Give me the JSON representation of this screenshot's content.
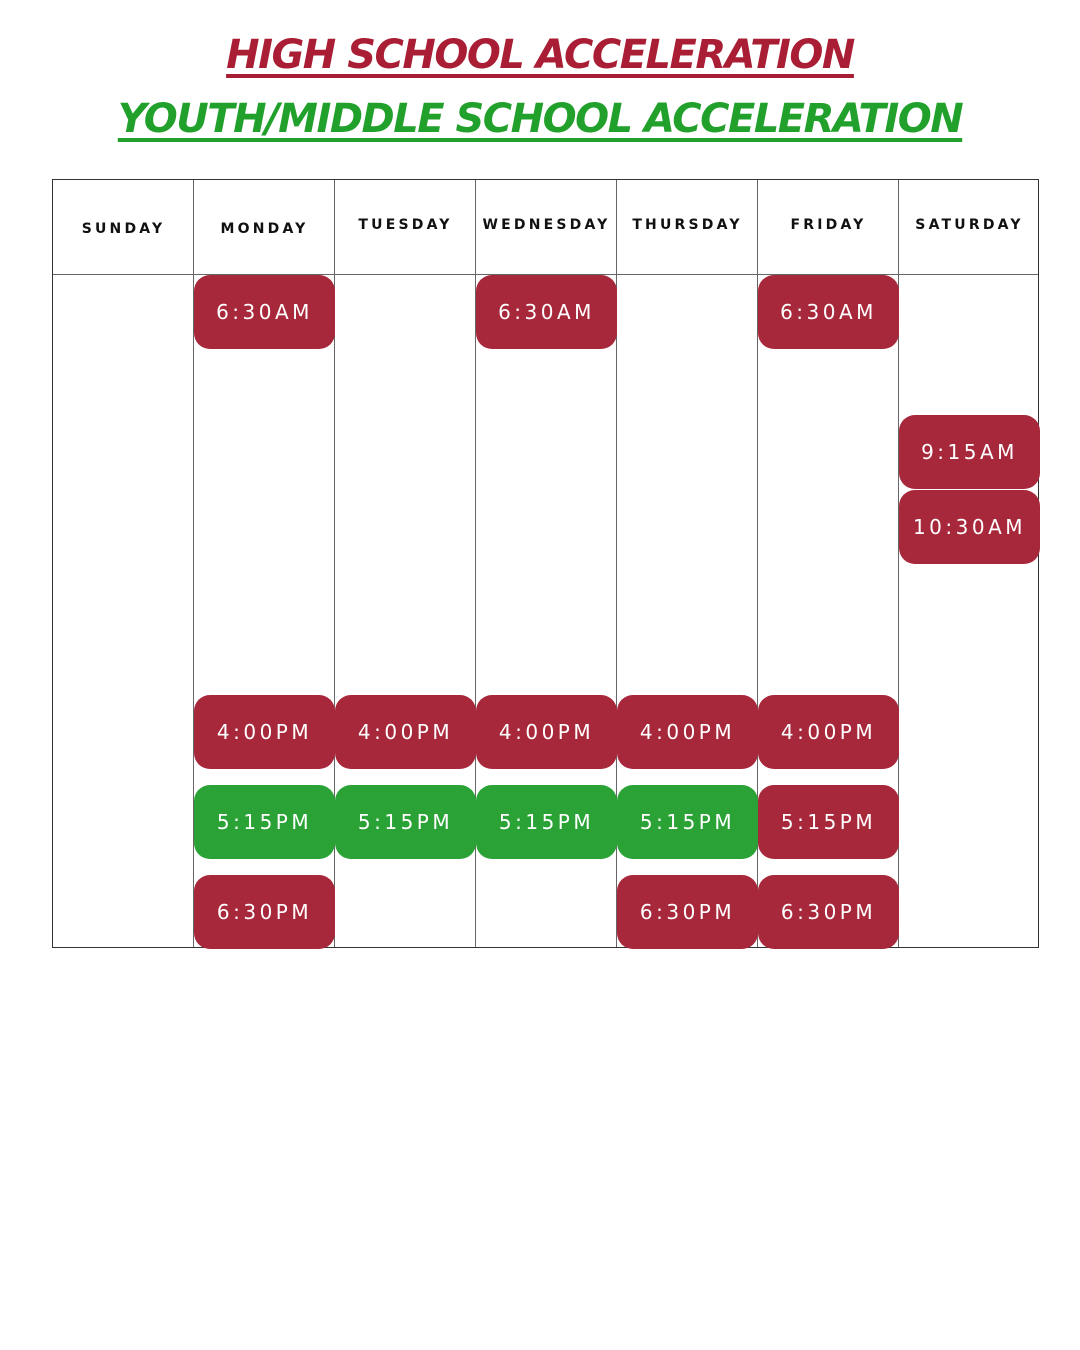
{
  "titles": {
    "high_school": "HIGH SCHOOL ACCELERATION",
    "youth_middle": "YOUTH/MIDDLE SCHOOL ACCELERATION"
  },
  "colors": {
    "high_school": "#a91e34",
    "youth_middle": "#22a02c",
    "block_red": "#a8283b",
    "block_green": "#2aa236"
  },
  "days": [
    "SUNDAY",
    "MONDAY",
    "TUESDAY",
    "WEDNESDAY",
    "THURSDAY",
    "FRIDAY",
    "SATURDAY"
  ],
  "sessions": [
    {
      "day": "MONDAY",
      "time": "6:30AM",
      "program": "high_school"
    },
    {
      "day": "WEDNESDAY",
      "time": "6:30AM",
      "program": "high_school"
    },
    {
      "day": "FRIDAY",
      "time": "6:30AM",
      "program": "high_school"
    },
    {
      "day": "SATURDAY",
      "time": "9:15AM",
      "program": "high_school"
    },
    {
      "day": "SATURDAY",
      "time": "10:30AM",
      "program": "high_school"
    },
    {
      "day": "MONDAY",
      "time": "4:00PM",
      "program": "high_school"
    },
    {
      "day": "TUESDAY",
      "time": "4:00PM",
      "program": "high_school"
    },
    {
      "day": "WEDNESDAY",
      "time": "4:00PM",
      "program": "high_school"
    },
    {
      "day": "THURSDAY",
      "time": "4:00PM",
      "program": "high_school"
    },
    {
      "day": "FRIDAY",
      "time": "4:00PM",
      "program": "high_school"
    },
    {
      "day": "MONDAY",
      "time": "5:15PM",
      "program": "youth_middle"
    },
    {
      "day": "TUESDAY",
      "time": "5:15PM",
      "program": "youth_middle"
    },
    {
      "day": "WEDNESDAY",
      "time": "5:15PM",
      "program": "youth_middle"
    },
    {
      "day": "THURSDAY",
      "time": "5:15PM",
      "program": "youth_middle"
    },
    {
      "day": "FRIDAY",
      "time": "5:15PM",
      "program": "high_school"
    },
    {
      "day": "MONDAY",
      "time": "6:30PM",
      "program": "high_school"
    },
    {
      "day": "THURSDAY",
      "time": "6:30PM",
      "program": "high_school"
    },
    {
      "day": "FRIDAY",
      "time": "6:30PM",
      "program": "high_school"
    }
  ]
}
